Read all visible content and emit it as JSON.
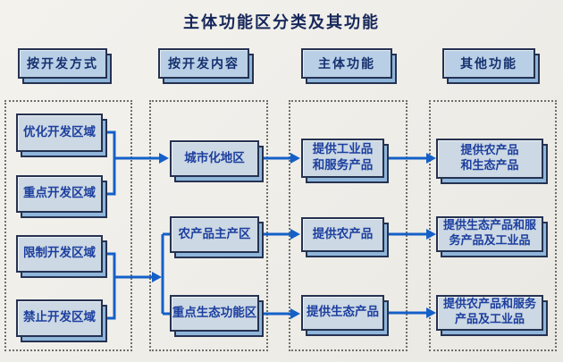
{
  "title": "主体功能区分类及其功能",
  "headers": {
    "development_mode": "按开发方式",
    "development_content": "按开发内容",
    "main_function": "主体功能",
    "other_function": "其他功能"
  },
  "nodes": {
    "development_mode": [
      "优化开发区域",
      "重点开发区域",
      "限制开发区域",
      "禁止开发区域"
    ],
    "development_content": [
      "城市化地区",
      "农产品主产区",
      "重点生态功能区"
    ],
    "main_function": [
      "提供工业品\n和服务产品",
      "提供农产品",
      "提供生态产品"
    ],
    "other_function": [
      "提供农产品\n和生态产品",
      "提供生态产品和服\n务产品及工业品",
      "提供农产品和服务\n产品及工业品"
    ]
  },
  "colors": {
    "arrow": "#1460c8",
    "box_face": "#ccd8e3",
    "header_face": "#b9cfe6",
    "edge_3d": "#8fb6da",
    "border": "#253251",
    "box_text": "#1c3f9f",
    "title_text": "#16275a",
    "background": "#f1efea"
  }
}
